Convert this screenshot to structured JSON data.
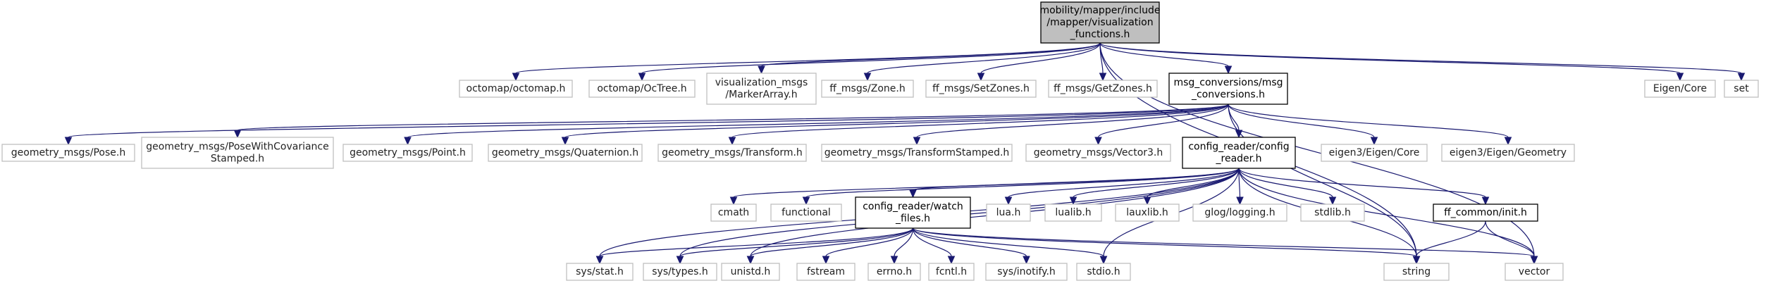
{
  "colors": {
    "edge": "#191970",
    "root_fill": "#bfbfbf",
    "strong_border": "#000000",
    "dim_border": "#bfbfbf"
  },
  "nodes": [
    {
      "id": "root",
      "lines": [
        "mobility/mapper/include",
        "/mapper/visualization",
        "_functions.h"
      ],
      "style": "root"
    },
    {
      "id": "octomap",
      "lines": [
        "octomap/octomap.h"
      ],
      "style": "dim"
    },
    {
      "id": "octree",
      "lines": [
        "octomap/OcTree.h"
      ],
      "style": "dim"
    },
    {
      "id": "marker",
      "lines": [
        "visualization_msgs",
        "/MarkerArray.h"
      ],
      "style": "dim"
    },
    {
      "id": "zone",
      "lines": [
        "ff_msgs/Zone.h"
      ],
      "style": "dim"
    },
    {
      "id": "setzones",
      "lines": [
        "ff_msgs/SetZones.h"
      ],
      "style": "dim"
    },
    {
      "id": "getzones",
      "lines": [
        "ff_msgs/GetZones.h"
      ],
      "style": "dim"
    },
    {
      "id": "msgconv",
      "lines": [
        "msg_conversions/msg",
        "_conversions.h"
      ],
      "style": "strong"
    },
    {
      "id": "eigencore1",
      "lines": [
        "Eigen/Core"
      ],
      "style": "dim"
    },
    {
      "id": "set",
      "lines": [
        "set"
      ],
      "style": "dim"
    },
    {
      "id": "pose",
      "lines": [
        "geometry_msgs/Pose.h"
      ],
      "style": "dim"
    },
    {
      "id": "posecov",
      "lines": [
        "geometry_msgs/PoseWithCovariance",
        "Stamped.h"
      ],
      "style": "dim"
    },
    {
      "id": "point",
      "lines": [
        "geometry_msgs/Point.h"
      ],
      "style": "dim"
    },
    {
      "id": "quat",
      "lines": [
        "geometry_msgs/Quaternion.h"
      ],
      "style": "dim"
    },
    {
      "id": "transform",
      "lines": [
        "geometry_msgs/Transform.h"
      ],
      "style": "dim"
    },
    {
      "id": "transtamped",
      "lines": [
        "geometry_msgs/TransformStamped.h"
      ],
      "style": "dim"
    },
    {
      "id": "vector3",
      "lines": [
        "geometry_msgs/Vector3.h"
      ],
      "style": "dim"
    },
    {
      "id": "cfgreader",
      "lines": [
        "config_reader/config",
        "_reader.h"
      ],
      "style": "strong"
    },
    {
      "id": "eigen3core",
      "lines": [
        "eigen3/Eigen/Core"
      ],
      "style": "dim"
    },
    {
      "id": "eigen3geom",
      "lines": [
        "eigen3/Eigen/Geometry"
      ],
      "style": "dim"
    },
    {
      "id": "cmath",
      "lines": [
        "cmath"
      ],
      "style": "dim"
    },
    {
      "id": "functional",
      "lines": [
        "functional"
      ],
      "style": "dim"
    },
    {
      "id": "watch",
      "lines": [
        "config_reader/watch",
        "_files.h"
      ],
      "style": "strong"
    },
    {
      "id": "lua",
      "lines": [
        "lua.h"
      ],
      "style": "dim"
    },
    {
      "id": "lualib",
      "lines": [
        "lualib.h"
      ],
      "style": "dim"
    },
    {
      "id": "lauxlib",
      "lines": [
        "lauxlib.h"
      ],
      "style": "dim"
    },
    {
      "id": "glog",
      "lines": [
        "glog/logging.h"
      ],
      "style": "dim"
    },
    {
      "id": "stdlib",
      "lines": [
        "stdlib.h"
      ],
      "style": "dim"
    },
    {
      "id": "ffinit",
      "lines": [
        "ff_common/init.h"
      ],
      "style": "strong"
    },
    {
      "id": "sysstat",
      "lines": [
        "sys/stat.h"
      ],
      "style": "dim"
    },
    {
      "id": "systypes",
      "lines": [
        "sys/types.h"
      ],
      "style": "dim"
    },
    {
      "id": "unistd",
      "lines": [
        "unistd.h"
      ],
      "style": "dim"
    },
    {
      "id": "fstream",
      "lines": [
        "fstream"
      ],
      "style": "dim"
    },
    {
      "id": "errno",
      "lines": [
        "errno.h"
      ],
      "style": "dim"
    },
    {
      "id": "fcntl",
      "lines": [
        "fcntl.h"
      ],
      "style": "dim"
    },
    {
      "id": "inotify",
      "lines": [
        "sys/inotify.h"
      ],
      "style": "dim"
    },
    {
      "id": "stdio",
      "lines": [
        "stdio.h"
      ],
      "style": "dim"
    },
    {
      "id": "string",
      "lines": [
        "string"
      ],
      "style": "dim"
    },
    {
      "id": "vector",
      "lines": [
        "vector"
      ],
      "style": "dim"
    }
  ],
  "edges": [
    [
      "root",
      "octomap"
    ],
    [
      "root",
      "octree"
    ],
    [
      "root",
      "marker"
    ],
    [
      "root",
      "zone"
    ],
    [
      "root",
      "setzones"
    ],
    [
      "root",
      "getzones"
    ],
    [
      "root",
      "msgconv"
    ],
    [
      "root",
      "eigencore1"
    ],
    [
      "root",
      "set"
    ],
    [
      "root",
      "string"
    ],
    [
      "root",
      "vector"
    ],
    [
      "msgconv",
      "pose"
    ],
    [
      "msgconv",
      "posecov"
    ],
    [
      "msgconv",
      "point"
    ],
    [
      "msgconv",
      "quat"
    ],
    [
      "msgconv",
      "transform"
    ],
    [
      "msgconv",
      "transtamped"
    ],
    [
      "msgconv",
      "vector3"
    ],
    [
      "msgconv",
      "cfgreader"
    ],
    [
      "msgconv",
      "eigen3core"
    ],
    [
      "msgconv",
      "eigen3geom"
    ],
    [
      "msgconv",
      "string"
    ],
    [
      "cfgreader",
      "cmath"
    ],
    [
      "cfgreader",
      "functional"
    ],
    [
      "cfgreader",
      "watch"
    ],
    [
      "cfgreader",
      "lua"
    ],
    [
      "cfgreader",
      "lualib"
    ],
    [
      "cfgreader",
      "lauxlib"
    ],
    [
      "cfgreader",
      "glog"
    ],
    [
      "cfgreader",
      "stdlib"
    ],
    [
      "cfgreader",
      "ffinit"
    ],
    [
      "cfgreader",
      "sysstat"
    ],
    [
      "cfgreader",
      "systypes"
    ],
    [
      "cfgreader",
      "unistd"
    ],
    [
      "cfgreader",
      "stdio"
    ],
    [
      "cfgreader",
      "string"
    ],
    [
      "cfgreader",
      "vector"
    ],
    [
      "watch",
      "sysstat"
    ],
    [
      "watch",
      "systypes"
    ],
    [
      "watch",
      "unistd"
    ],
    [
      "watch",
      "fstream"
    ],
    [
      "watch",
      "errno"
    ],
    [
      "watch",
      "fcntl"
    ],
    [
      "watch",
      "inotify"
    ],
    [
      "watch",
      "stdio"
    ],
    [
      "watch",
      "string"
    ],
    [
      "watch",
      "vector"
    ],
    [
      "ffinit",
      "string"
    ],
    [
      "ffinit",
      "vector"
    ]
  ]
}
